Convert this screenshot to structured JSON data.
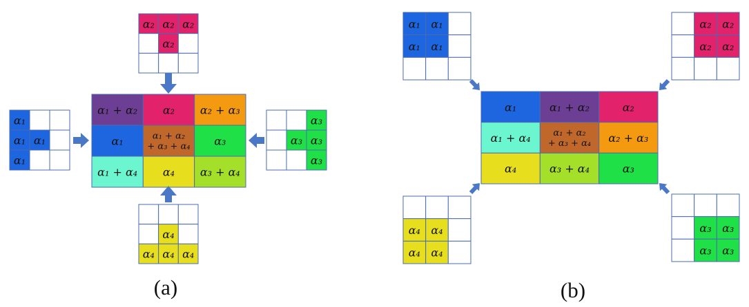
{
  "panels": [
    {
      "caption": "(a)",
      "center": [
        [
          {
            "text": "α₁ + α₂",
            "color": "#6d3f94"
          },
          {
            "text": "α₂",
            "color": "#e2226a"
          },
          {
            "text": "α₂ + α₃",
            "color": "#f49a10"
          }
        ],
        [
          {
            "text": "α₁",
            "color": "#1d66e0"
          },
          {
            "lines": [
              "α₁ + α₂",
              "+ α₃ + α₄"
            ],
            "color": "#c0682c"
          },
          {
            "text": "α₃",
            "color": "#1fe046"
          }
        ],
        [
          {
            "text": "α₁ + α₄",
            "color": "#6cf6cf"
          },
          {
            "text": "α₄",
            "color": "#e7de1e"
          },
          {
            "text": "α₃ + α₄",
            "color": "#a4e02a"
          }
        ]
      ],
      "kernels": [
        {
          "name": "top",
          "cells": [
            [
              "α₂",
              "α₂",
              "α₂"
            ],
            [
              "",
              "α₂",
              ""
            ],
            [
              "",
              "",
              ""
            ]
          ],
          "color": "#e2226a"
        },
        {
          "name": "left",
          "cells": [
            [
              "α₁",
              "",
              ""
            ],
            [
              "α₁",
              "α₁",
              ""
            ],
            [
              "α₁",
              "",
              ""
            ]
          ],
          "color": "#1d66e0"
        },
        {
          "name": "right",
          "cells": [
            [
              "",
              "",
              "α₃"
            ],
            [
              "",
              "α₃",
              "α₃"
            ],
            [
              "",
              "",
              "α₃"
            ]
          ],
          "color": "#1fe046"
        },
        {
          "name": "bottom",
          "cells": [
            [
              "",
              "",
              ""
            ],
            [
              "",
              "α₄",
              ""
            ],
            [
              "α₄",
              "α₄",
              "α₄"
            ]
          ],
          "color": "#e7de1e"
        }
      ]
    },
    {
      "caption": "(b)",
      "center": [
        [
          {
            "text": "α₁",
            "color": "#1d66e0"
          },
          {
            "text": "α₁ + α₂",
            "color": "#6d3f94"
          },
          {
            "text": "α₂",
            "color": "#e2226a"
          }
        ],
        [
          {
            "text": "α₁ + α₄",
            "color": "#6cf6cf"
          },
          {
            "lines": [
              "α₁ + α₂",
              "+ α₃ + α₄"
            ],
            "color": "#c0682c"
          },
          {
            "text": "α₂ + α₃",
            "color": "#f49a10"
          }
        ],
        [
          {
            "text": "α₄",
            "color": "#e7de1e"
          },
          {
            "text": "α₃ + α₄",
            "color": "#a4e02a"
          },
          {
            "text": "α₃",
            "color": "#1fe046"
          }
        ]
      ],
      "kernels": [
        {
          "name": "top-left",
          "cells": [
            [
              "α₁",
              "α₁",
              ""
            ],
            [
              "α₁",
              "α₁",
              ""
            ],
            [
              "",
              "",
              ""
            ]
          ],
          "color": "#1d66e0"
        },
        {
          "name": "top-right",
          "cells": [
            [
              "",
              "α₂",
              "α₂"
            ],
            [
              "",
              "α₂",
              "α₂"
            ],
            [
              "",
              "",
              ""
            ]
          ],
          "color": "#e2226a"
        },
        {
          "name": "bottom-left",
          "cells": [
            [
              "",
              "",
              ""
            ],
            [
              "α₄",
              "α₄",
              ""
            ],
            [
              "α₄",
              "α₄",
              ""
            ]
          ],
          "color": "#e7de1e"
        },
        {
          "name": "bottom-right",
          "cells": [
            [
              "",
              "",
              ""
            ],
            [
              "",
              "α₃",
              "α₃"
            ],
            [
              "",
              "α₃",
              "α₃"
            ]
          ],
          "color": "#1fe046"
        }
      ]
    }
  ],
  "colors": {
    "grid_line": "#4a6bb0",
    "arrow": "#4a78c6"
  }
}
